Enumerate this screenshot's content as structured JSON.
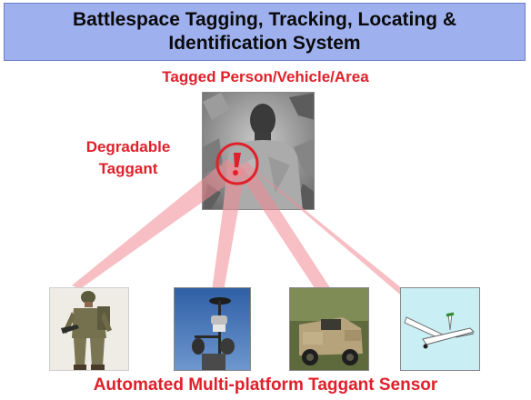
{
  "title": {
    "line1": "Battlespace Tagging, Tracking, Locating &",
    "line2": "Identification System"
  },
  "target": {
    "caption": "Tagged Person/Vehicle/Area",
    "taggant_label_line1": "Degradable",
    "taggant_label_line2": "Taggant"
  },
  "platforms": [
    {
      "name": "soldier"
    },
    {
      "name": "sensor-tower"
    },
    {
      "name": "humvee"
    },
    {
      "name": "uav"
    }
  ],
  "footer": {
    "caption": "Automated Multi-platform Taggant Sensor"
  },
  "colors": {
    "title_bg": "#9fb0ee",
    "accent_red": "#e0202a",
    "beam": "#f08a94"
  }
}
